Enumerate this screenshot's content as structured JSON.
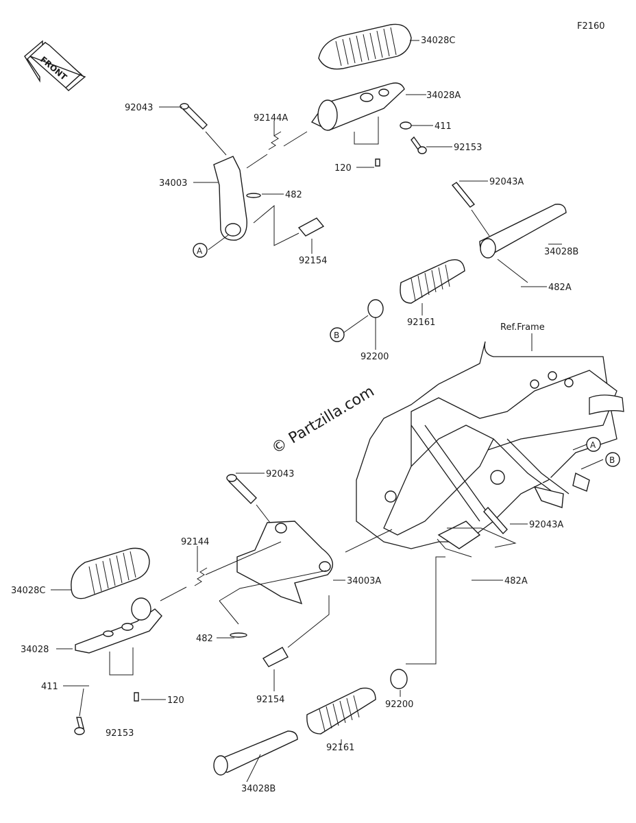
{
  "figure_code": "F2160",
  "front_arrow_label": "FRONT",
  "ref_frame_label": "Ref.Frame",
  "watermark": "© Partzilla.com",
  "callouts": {
    "a1": "A",
    "a2": "A",
    "b1": "B",
    "b2": "B"
  },
  "labels": {
    "p34028C_top": "34028C",
    "p34028A": "34028A",
    "p411_top": "411",
    "p92153_top": "92153",
    "p120_top": "120",
    "p92043_top": "92043",
    "p92144A": "92144A",
    "p34003": "34003",
    "p482_top": "482",
    "p92154_top": "92154",
    "p92043A_top": "92043A",
    "p34028B_top": "34028B",
    "p482A_top": "482A",
    "p92161_top": "92161",
    "p92200_top": "92200",
    "p92043_bot": "92043",
    "p92144": "92144",
    "p34028C_bot": "34028C",
    "p34003A": "34003A",
    "p92043A_bot": "92043A",
    "p482A_bot": "482A",
    "p34028": "34028",
    "p482_bot": "482",
    "p411_bot": "411",
    "p120_bot": "120",
    "p92154_bot": "92154",
    "p92200_bot": "92200",
    "p92153_bot": "92153",
    "p92161_bot": "92161",
    "p34028B_bot": "34028B"
  }
}
